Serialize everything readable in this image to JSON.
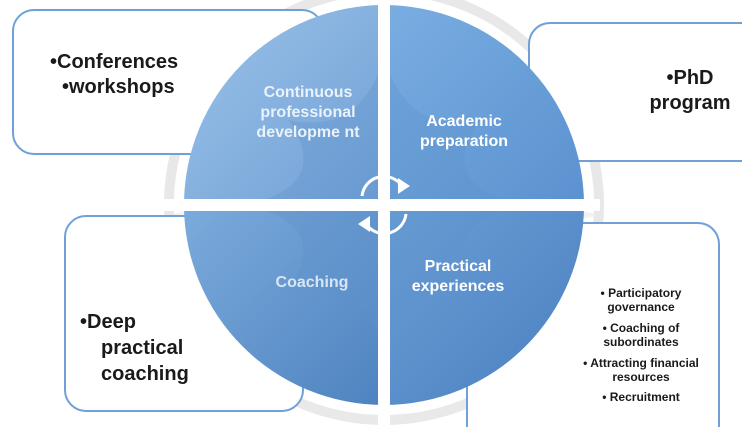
{
  "colors": {
    "circle_light": "#8ab8e6",
    "circle_mid": "#6a9fd7",
    "circle_dark": "#4a7fbf",
    "box_border": "#6fa0d6",
    "separator": "#ffffff"
  },
  "circle": {
    "quadrants": {
      "top_left": "Continuous professional developme nt",
      "top_right": "Academic preparation",
      "bottom_left": "Coaching",
      "bottom_right": "Practical experiences"
    },
    "center_icon": "cycle-arrows-icon"
  },
  "boxes": {
    "top_left": {
      "items": [
        "•Conferences",
        "•workshops"
      ]
    },
    "top_right": {
      "items": [
        "•PhD program"
      ]
    },
    "bottom_left": {
      "items": [
        "•Deep",
        "practical",
        "coaching"
      ]
    },
    "bottom_right": {
      "items": [
        "• Participatory governance",
        "•  Coaching of subordinates",
        "• Attracting financial resources",
        "• Recruitment"
      ]
    }
  }
}
